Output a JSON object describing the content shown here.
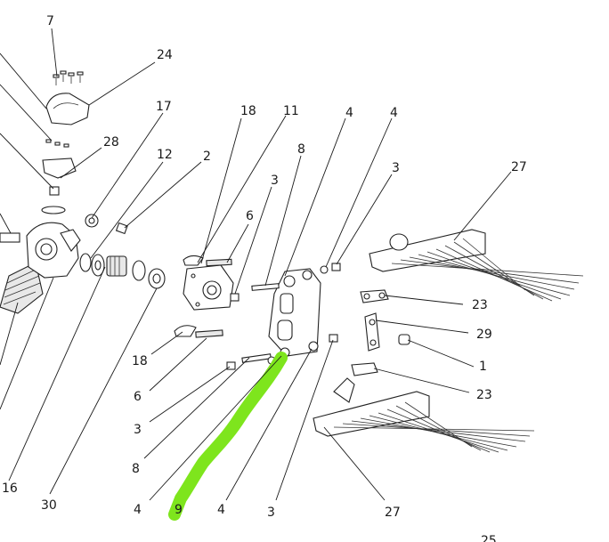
{
  "diagram": {
    "callouts": [
      "7",
      "24",
      "17",
      "28",
      "12",
      "2",
      "18",
      "11",
      "8",
      "3",
      "6",
      "4",
      "4",
      "3",
      "27",
      "23",
      "29",
      "1",
      "23",
      "18",
      "6",
      "3",
      "8",
      "4",
      "9",
      "4",
      "3",
      "27",
      "16",
      "30",
      "25"
    ],
    "highlight_color": "#7ee51d"
  }
}
